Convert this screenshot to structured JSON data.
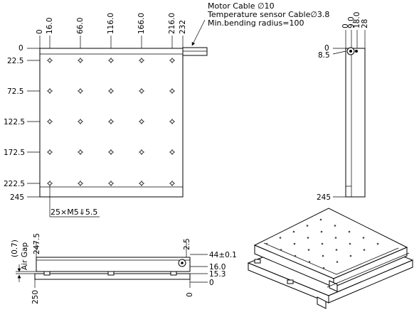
{
  "cable_notes": {
    "motor_cable": "Motor Cable ∅10",
    "temperature_cable": "Temperature sensor Cable∅3.8",
    "bending_radius": "Min.bending radius=100"
  },
  "top_view": {
    "x_labels": [
      "0",
      "16.0",
      "66.0",
      "116.0",
      "166.0",
      "216.0",
      "232"
    ],
    "y_labels": [
      "0",
      "22.5",
      "72.5",
      "122.5",
      "172.5",
      "222.5",
      "245"
    ],
    "hole_callout": "25×M5⇓5.5"
  },
  "side_view_right": {
    "x_labels": [
      "0",
      "9.0",
      "18.0",
      "28"
    ],
    "y_labels": [
      "0",
      "8.5",
      "245"
    ]
  },
  "front_view": {
    "left_labels": [
      "247.5",
      "(0.7)",
      "Air Gap",
      "250"
    ],
    "right_labels": [
      "2.5",
      "44±0.1",
      "16.0",
      "15.3",
      "0",
      "0"
    ]
  }
}
